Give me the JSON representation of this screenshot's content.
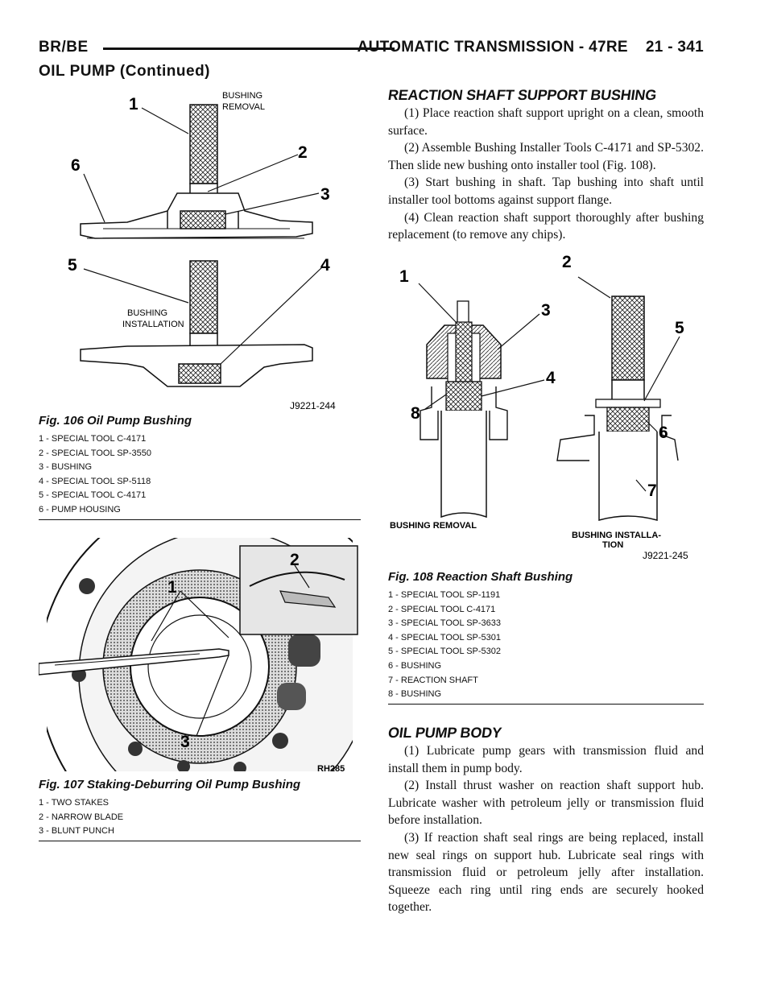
{
  "header": {
    "left": "BR/BE",
    "right": "AUTOMATIC TRANSMISSION - 47RE",
    "page": "21 - 341"
  },
  "continued": "OIL PUMP (Continued)",
  "fig106": {
    "title": "Fig. 106 Oil Pump Bushing",
    "code": "J9221-244",
    "removal_label": [
      "BUSHING",
      "REMOVAL"
    ],
    "install_label": [
      "BUSHING",
      "INSTALLATION"
    ],
    "callouts": [
      "1",
      "2",
      "3",
      "4",
      "5",
      "6"
    ],
    "legend": [
      "1 - SPECIAL TOOL C-4171",
      "2 - SPECIAL TOOL SP-3550",
      "3 - BUSHING",
      "4 - SPECIAL TOOL SP-5118",
      "5 - SPECIAL TOOL C-4171",
      "6 - PUMP HOUSING"
    ]
  },
  "fig107": {
    "title": "Fig. 107 Staking-Deburring Oil Pump Bushing",
    "code": "RH285",
    "callouts": [
      "1",
      "2",
      "3"
    ],
    "legend": [
      "1 - TWO STAKES",
      "2 - NARROW BLADE",
      "3 - BLUNT PUNCH"
    ]
  },
  "fig108": {
    "title": "Fig. 108 Reaction Shaft Bushing",
    "code": "J9221-245",
    "removal_label": "BUSHING REMOVAL",
    "install_label": [
      "BUSHING INSTALLA-",
      "TION"
    ],
    "callouts": [
      "1",
      "2",
      "3",
      "4",
      "5",
      "6",
      "7",
      "8"
    ],
    "legend": [
      "1 - SPECIAL TOOL SP-1191",
      "2 - SPECIAL TOOL C-4171",
      "3 - SPECIAL TOOL SP-3633",
      "4 - SPECIAL TOOL SP-5301",
      "5 - SPECIAL TOOL SP-5302",
      "6 - BUSHING",
      "7 - REACTION SHAFT",
      "8 - BUSHING"
    ]
  },
  "section1": {
    "heading": "REACTION SHAFT SUPPORT BUSHING",
    "paragraphs": [
      "(1) Place reaction shaft support upright on a clean, smooth surface.",
      "(2) Assemble Bushing Installer Tools C-4171 and SP-5302. Then slide new bushing onto installer tool (Fig. 108).",
      "(3) Start bushing in shaft. Tap bushing into shaft until installer tool bottoms against support flange.",
      "(4) Clean reaction shaft support thoroughly after bushing replacement (to remove any chips)."
    ]
  },
  "section2": {
    "heading": "OIL PUMP BODY",
    "paragraphs": [
      "(1) Lubricate pump gears with transmission fluid and install them in pump body.",
      "(2) Install thrust washer on reaction shaft support hub. Lubricate washer with petroleum jelly or transmission fluid before installation.",
      "(3) If reaction shaft seal rings are being replaced, install new seal rings on support hub. Lubricate seal rings with transmission fluid or petroleum jelly after installation. Squeeze each ring until ring ends are securely hooked together."
    ]
  }
}
